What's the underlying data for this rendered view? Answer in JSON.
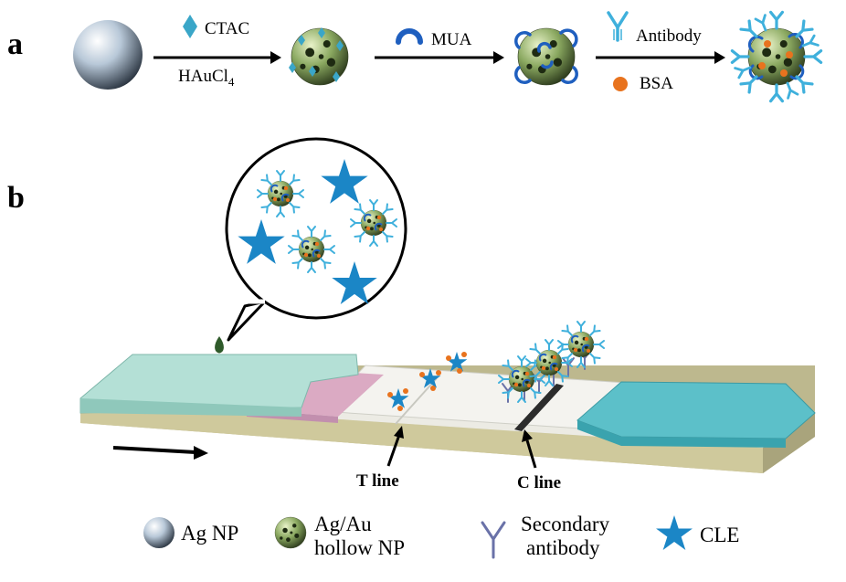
{
  "panel_a": {
    "letter": "a",
    "step1_top": "CTAC",
    "step1_bottom_main": "HAuCl",
    "step1_bottom_sub": "4",
    "step2_top": "MUA",
    "step3_top": "Antibody",
    "step3_bottom": "BSA"
  },
  "panel_b": {
    "letter": "b",
    "t_line_label": "T line",
    "c_line_label": "C line"
  },
  "legend": {
    "ag_np": "Ag NP",
    "hollow_np_line1": "Ag/Au",
    "hollow_np_line2": "hollow NP",
    "secondary_line1": "Secondary",
    "secondary_line2": "antibody",
    "cle": "CLE"
  },
  "colors": {
    "silver_sphere": "#9fb3c8",
    "hollow_np_green": "#6f8a4e",
    "ctac_diamond": "#3aa6c8",
    "mua_blue": "#1f5fbf",
    "antibody_lightblue": "#3fb0dc",
    "bsa_orange": "#e8731e",
    "cle_star": "#1b86c6",
    "secondary_antibody": "#6a72a8",
    "pad_teal": "#a8d8cf",
    "conjugate_pink": "#d8a8c0",
    "absorbent_teal": "#5fc0c8",
    "backing_tan": "#d8d3a8"
  }
}
